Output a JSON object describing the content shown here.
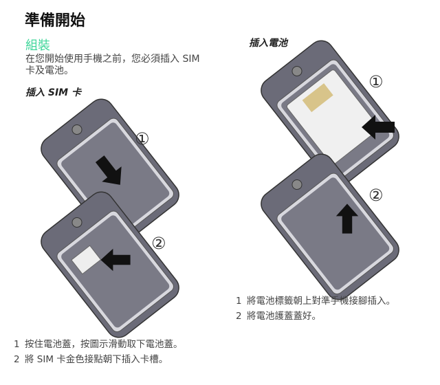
{
  "title": "準備開始",
  "section": "組裝",
  "intro": "在您開始使用手機之前，您必須插入 SIM 卡及電池。",
  "sim": {
    "heading": "插入 SIM 卡",
    "steps": [
      {
        "n": "1",
        "text": "按住電池蓋，按圖示滑動取下電池蓋。"
      },
      {
        "n": "2",
        "text": "將 SIM 卡金色接點朝下插入卡槽。"
      }
    ]
  },
  "battery": {
    "heading": "插入電池",
    "steps": [
      {
        "n": "1",
        "text": "將電池標籤朝上對準手機接腳插入。"
      },
      {
        "n": "2",
        "text": "將電池護蓋蓋好。"
      }
    ]
  },
  "callouts": [
    "①",
    "②"
  ],
  "colors": {
    "section": "#3fd69a",
    "phone": "#5a5a68"
  }
}
